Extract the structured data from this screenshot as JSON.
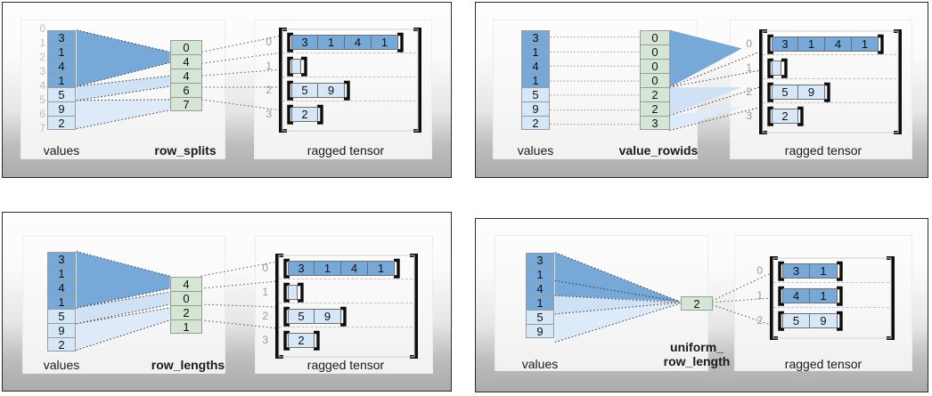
{
  "panels": [
    {
      "id": "row_splits",
      "values_label": "values",
      "encoding_label": "row_splits",
      "tensor_label": "ragged tensor",
      "values": [
        3,
        1,
        4,
        1,
        5,
        9,
        2
      ],
      "values_shading": [
        "dark",
        "dark",
        "dark",
        "dark",
        "light",
        "light",
        "light"
      ],
      "value_indices": [
        "0",
        "1",
        "2",
        "3",
        "4",
        "5",
        "6",
        "7"
      ],
      "encoding_values": [
        "0",
        "4",
        "4",
        "6",
        "7"
      ],
      "tensor_row_indices": [
        "0",
        "1",
        "2",
        "3"
      ],
      "tensor_rows": [
        [
          3,
          1,
          4,
          1
        ],
        [],
        [
          5,
          9
        ],
        [
          2
        ]
      ],
      "tensor_shading": [
        "dark",
        "light",
        "light",
        "light"
      ]
    },
    {
      "id": "value_rowids",
      "values_label": "values",
      "encoding_label": "value_rowids",
      "tensor_label": "ragged tensor",
      "values": [
        3,
        1,
        4,
        1,
        5,
        9,
        2
      ],
      "values_shading": [
        "dark",
        "dark",
        "dark",
        "dark",
        "light",
        "light",
        "light"
      ],
      "value_indices": [],
      "encoding_values": [
        "0",
        "0",
        "0",
        "0",
        "2",
        "2",
        "3"
      ],
      "tensor_row_indices": [
        "0",
        "1",
        "2",
        "3"
      ],
      "tensor_rows": [
        [
          3,
          1,
          4,
          1
        ],
        [],
        [
          5,
          9
        ],
        [
          2
        ]
      ],
      "tensor_shading": [
        "dark",
        "light",
        "light",
        "light"
      ]
    },
    {
      "id": "row_lengths",
      "values_label": "values",
      "encoding_label": "row_lengths",
      "tensor_label": "ragged tensor",
      "values": [
        3,
        1,
        4,
        1,
        5,
        9,
        2
      ],
      "values_shading": [
        "dark",
        "dark",
        "dark",
        "dark",
        "light",
        "light",
        "light"
      ],
      "value_indices": [],
      "encoding_values": [
        "4",
        "0",
        "2",
        "1"
      ],
      "tensor_row_indices": [
        "0",
        "1",
        "2",
        "3"
      ],
      "tensor_rows": [
        [
          3,
          1,
          4,
          1
        ],
        [],
        [
          5,
          9
        ],
        [
          2
        ]
      ],
      "tensor_shading": [
        "dark",
        "light",
        "light",
        "light"
      ]
    },
    {
      "id": "uniform_row_length",
      "values_label": "values",
      "encoding_label": "uniform_\nrow_length",
      "encoding_label_line1": "uniform_",
      "encoding_label_line2": "row_length",
      "tensor_label": "ragged tensor",
      "values": [
        3,
        1,
        4,
        1,
        5,
        9
      ],
      "values_shading": [
        "dark",
        "dark",
        "dark",
        "dark",
        "light",
        "light"
      ],
      "value_indices": [],
      "encoding_values": [
        "2"
      ],
      "tensor_row_indices": [
        "0",
        "1",
        "2"
      ],
      "tensor_rows": [
        [
          3,
          1
        ],
        [
          4,
          1
        ],
        [
          5,
          9
        ]
      ],
      "tensor_shading": [
        "dark",
        "dark",
        "light"
      ]
    }
  ],
  "colors": {
    "dark_blue": "#76a8d8",
    "light_blue": "#d6e7f8",
    "green": "#d5e7d4",
    "cell_border": "#9a9a9a",
    "bracket": "#0d0d0d",
    "index_gray": "#bcbcbc",
    "row_index_gray": "#9a9a9a",
    "panel_border": "#2b2b2b",
    "separator": "#c2c2c2"
  }
}
